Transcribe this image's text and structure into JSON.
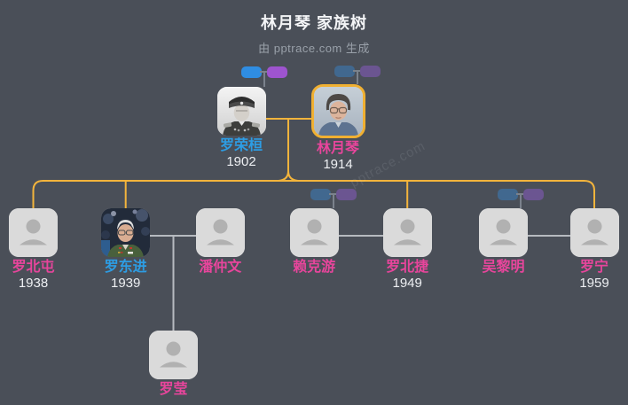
{
  "header": {
    "title": "林月琴 家族树",
    "subtitle": "由 pptrace.com 生成"
  },
  "watermark": "pptrace.com",
  "colors": {
    "canvas_bg": "#4a4f58",
    "male_name": "#2d9de4",
    "female_name": "#e8459c",
    "year_text": "#eef0f3",
    "tree_line": "#f3b43c",
    "spouse_line": "#b6bac0",
    "root_highlight": "#f0b032",
    "bright_father": "#2f8de2",
    "bright_mother": "#9e54cf",
    "muted_father": "#41688f",
    "muted_mother": "#6b5591"
  },
  "people": {
    "luo_ronghuan": {
      "name": "罗荣桓",
      "year": "1902",
      "gender": "male",
      "photo": "bw-marshal-portrait"
    },
    "lin_yueqin": {
      "name": "林月琴",
      "year": "1914",
      "gender": "female",
      "photo": "elderly-woman-portrait",
      "is_root": true
    },
    "luo_beitun": {
      "name": "罗北屯",
      "year": "1938",
      "gender": "female"
    },
    "luo_dongjin": {
      "name": "罗东进",
      "year": "1939",
      "gender": "male",
      "photo": "green-uniform-portrait"
    },
    "pan_zhongwen": {
      "name": "潘仲文",
      "year": "",
      "gender": "female"
    },
    "lai_keyou": {
      "name": "赖克游",
      "year": "",
      "gender": "female"
    },
    "luo_beijie": {
      "name": "罗北捷",
      "year": "1949",
      "gender": "female"
    },
    "wu_liming": {
      "name": "吴黎明",
      "year": "",
      "gender": "female"
    },
    "luo_ning": {
      "name": "罗宁",
      "year": "1959",
      "gender": "female"
    },
    "luo_ying": {
      "name": "罗莹",
      "year": "",
      "gender": "female"
    }
  },
  "relationships": {
    "root_couple": [
      "罗荣桓",
      "林月琴"
    ],
    "children_of_root_couple": [
      "罗北屯",
      "罗东进",
      "罗北捷",
      "罗宁"
    ],
    "spouse_pairs": [
      [
        "罗东进",
        "潘仲文"
      ],
      [
        "赖克游",
        "罗北捷"
      ],
      [
        "吴黎明",
        "罗宁"
      ]
    ],
    "children_of_luo_dongjin_pan_zhongwen": [
      "罗莹"
    ],
    "ancestor_indicators": [
      "罗荣桓",
      "林月琴",
      "赖克游",
      "吴黎明"
    ]
  }
}
